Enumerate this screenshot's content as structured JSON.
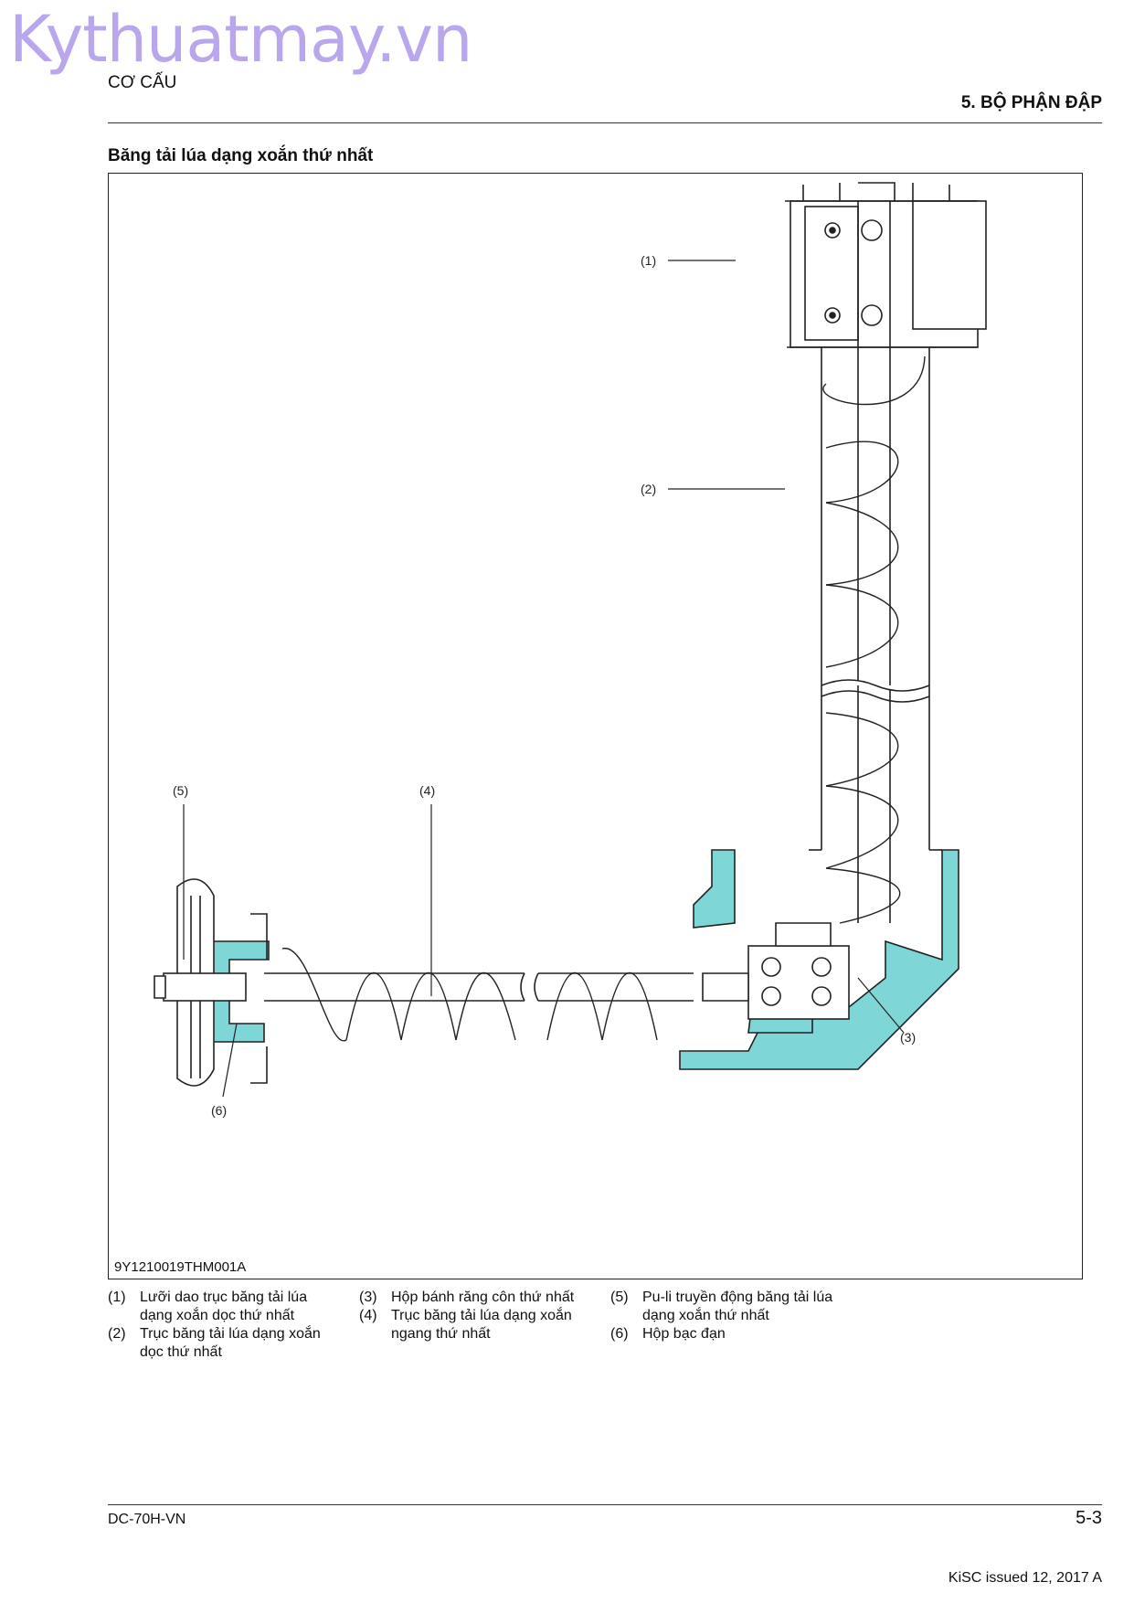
{
  "watermark": "Kythuatmay.vn",
  "header": {
    "section_left": "CƠ CẤU",
    "section_right": "5. BỘ PHẬN ĐẬP"
  },
  "figure": {
    "title": "Băng tải lúa dạng xoắn thứ nhất",
    "code": "9Y1210019THM001A",
    "callouts": [
      "(1)",
      "(2)",
      "(3)",
      "(4)",
      "(5)",
      "(6)"
    ],
    "highlight_color": "#7fd6d6"
  },
  "legend": [
    {
      "num": "(1)",
      "text": "Lưỡi dao trục băng tải lúa dạng xoắn dọc thứ nhất"
    },
    {
      "num": "(2)",
      "text": "Trục băng tải lúa dạng xoắn dọc thứ nhất"
    },
    {
      "num": "(3)",
      "text": "Hộp bánh răng côn thứ nhất"
    },
    {
      "num": "(4)",
      "text": "Trục băng tải lúa dạng xoắn ngang thứ nhất"
    },
    {
      "num": "(5)",
      "text": "Pu-li truyền động băng tải lúa dạng xoắn thứ nhất"
    },
    {
      "num": "(6)",
      "text": "Hộp bạc đạn"
    }
  ],
  "footer": {
    "doc_code": "DC-70H-VN",
    "page_number": "5-3",
    "issued": "KiSC issued 12, 2017 A"
  }
}
